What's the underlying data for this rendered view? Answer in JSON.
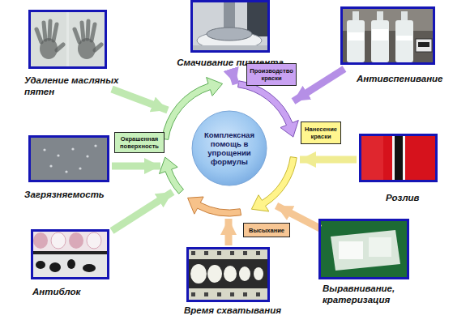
{
  "diagram": {
    "nodes": [
      {
        "text": [
          "Удаление масляных пятен"
        ]
      },
      {
        "text": [
          "Смачивание пигмента"
        ]
      },
      {
        "text": [
          "Антивспенивание"
        ]
      },
      {
        "text": [
          "Производство краски"
        ]
      },
      {
        "text": [
          "Окрашенная поверхность"
        ]
      },
      {
        "text": [
          "Комплексная помощь в упрощении формулы"
        ]
      },
      {
        "text": [
          "Нанесение краски"
        ]
      },
      {
        "text": [
          "Загрязняемость"
        ]
      },
      {
        "text": [
          "Розлив"
        ]
      },
      {
        "text": [
          "Высыхание"
        ]
      },
      {
        "text": [
          "Антиблок"
        ]
      },
      {
        "text": [
          "Время схватывания"
        ]
      },
      {
        "text": [
          "Выравнивание, кратеризация"
        ]
      }
    ]
  }
}
